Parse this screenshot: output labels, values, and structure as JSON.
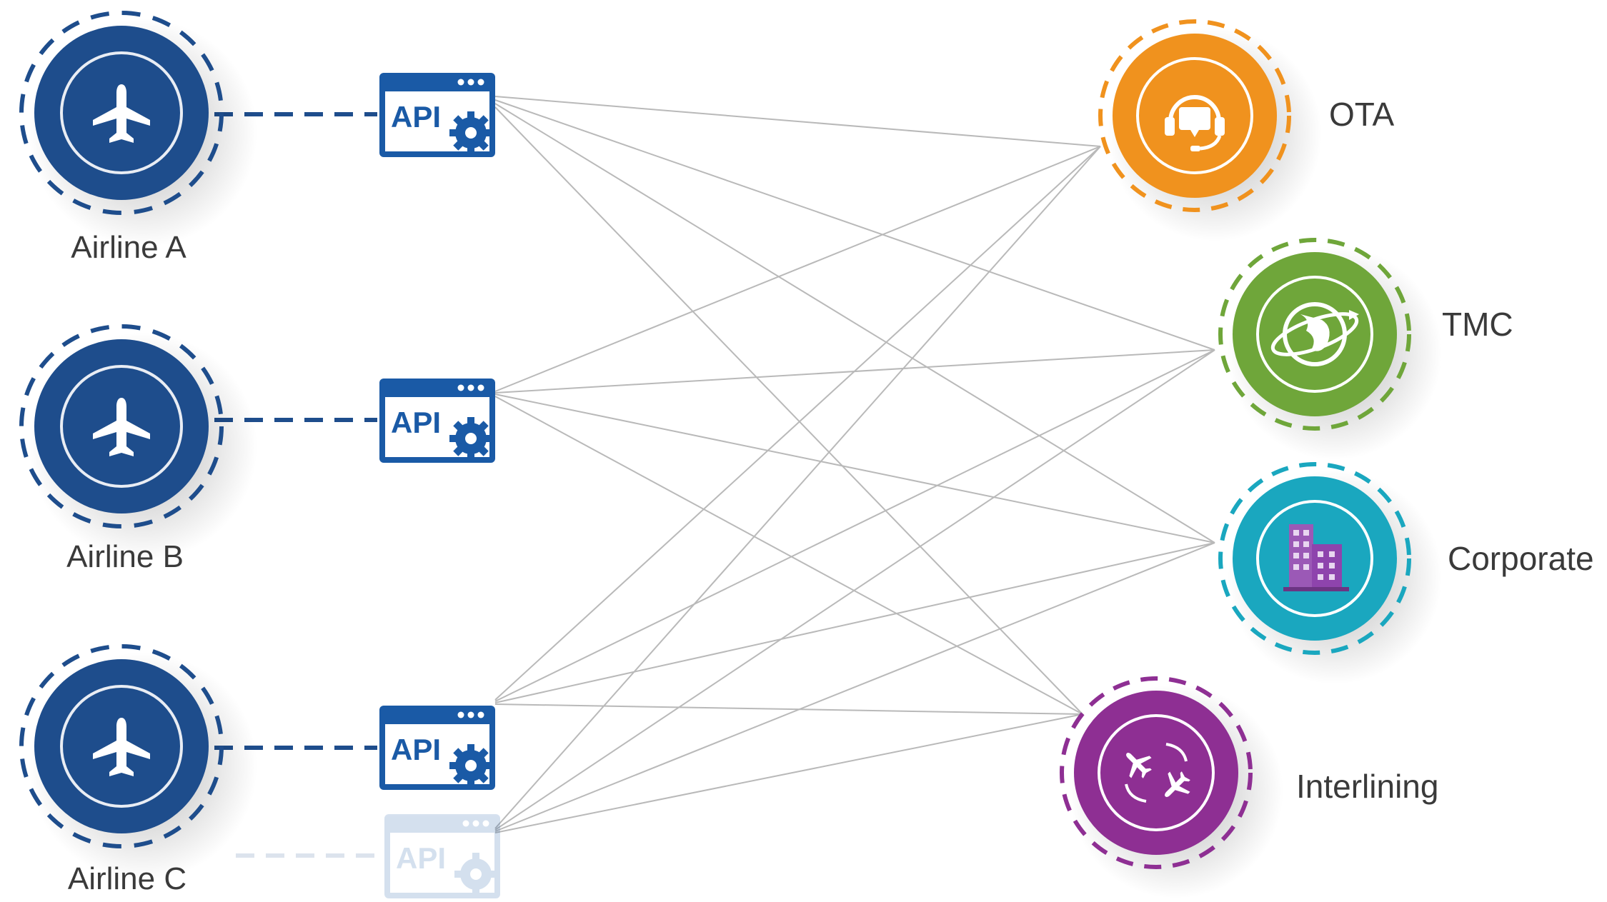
{
  "airlines": [
    {
      "label": "Airline A",
      "color": "#1e4d8c",
      "icon": "airplane-icon"
    },
    {
      "label": "Airline B",
      "color": "#1e4d8c",
      "icon": "airplane-icon"
    },
    {
      "label": "Airline C",
      "color": "#1e4d8c",
      "icon": "airplane-icon"
    }
  ],
  "api_boxes": [
    {
      "label": "API",
      "faded": false
    },
    {
      "label": "API",
      "faded": false
    },
    {
      "label": "API",
      "faded": false
    },
    {
      "label": "API",
      "faded": true
    }
  ],
  "channels": [
    {
      "label": "OTA",
      "color": "#f0921e",
      "icon": "headset-chat-icon"
    },
    {
      "label": "TMC",
      "color": "#6fa63a",
      "icon": "globe-plane-icon"
    },
    {
      "label": "Corporate",
      "color": "#1aa7bf",
      "icon": "office-building-icon"
    },
    {
      "label": "Interlining",
      "color": "#8e2f93",
      "icon": "connecting-planes-icon"
    }
  ],
  "colors": {
    "api_blue": "#1a5aa6",
    "connector_gray": "#b9b9b9",
    "dash_navy": "#1e4d8c"
  }
}
